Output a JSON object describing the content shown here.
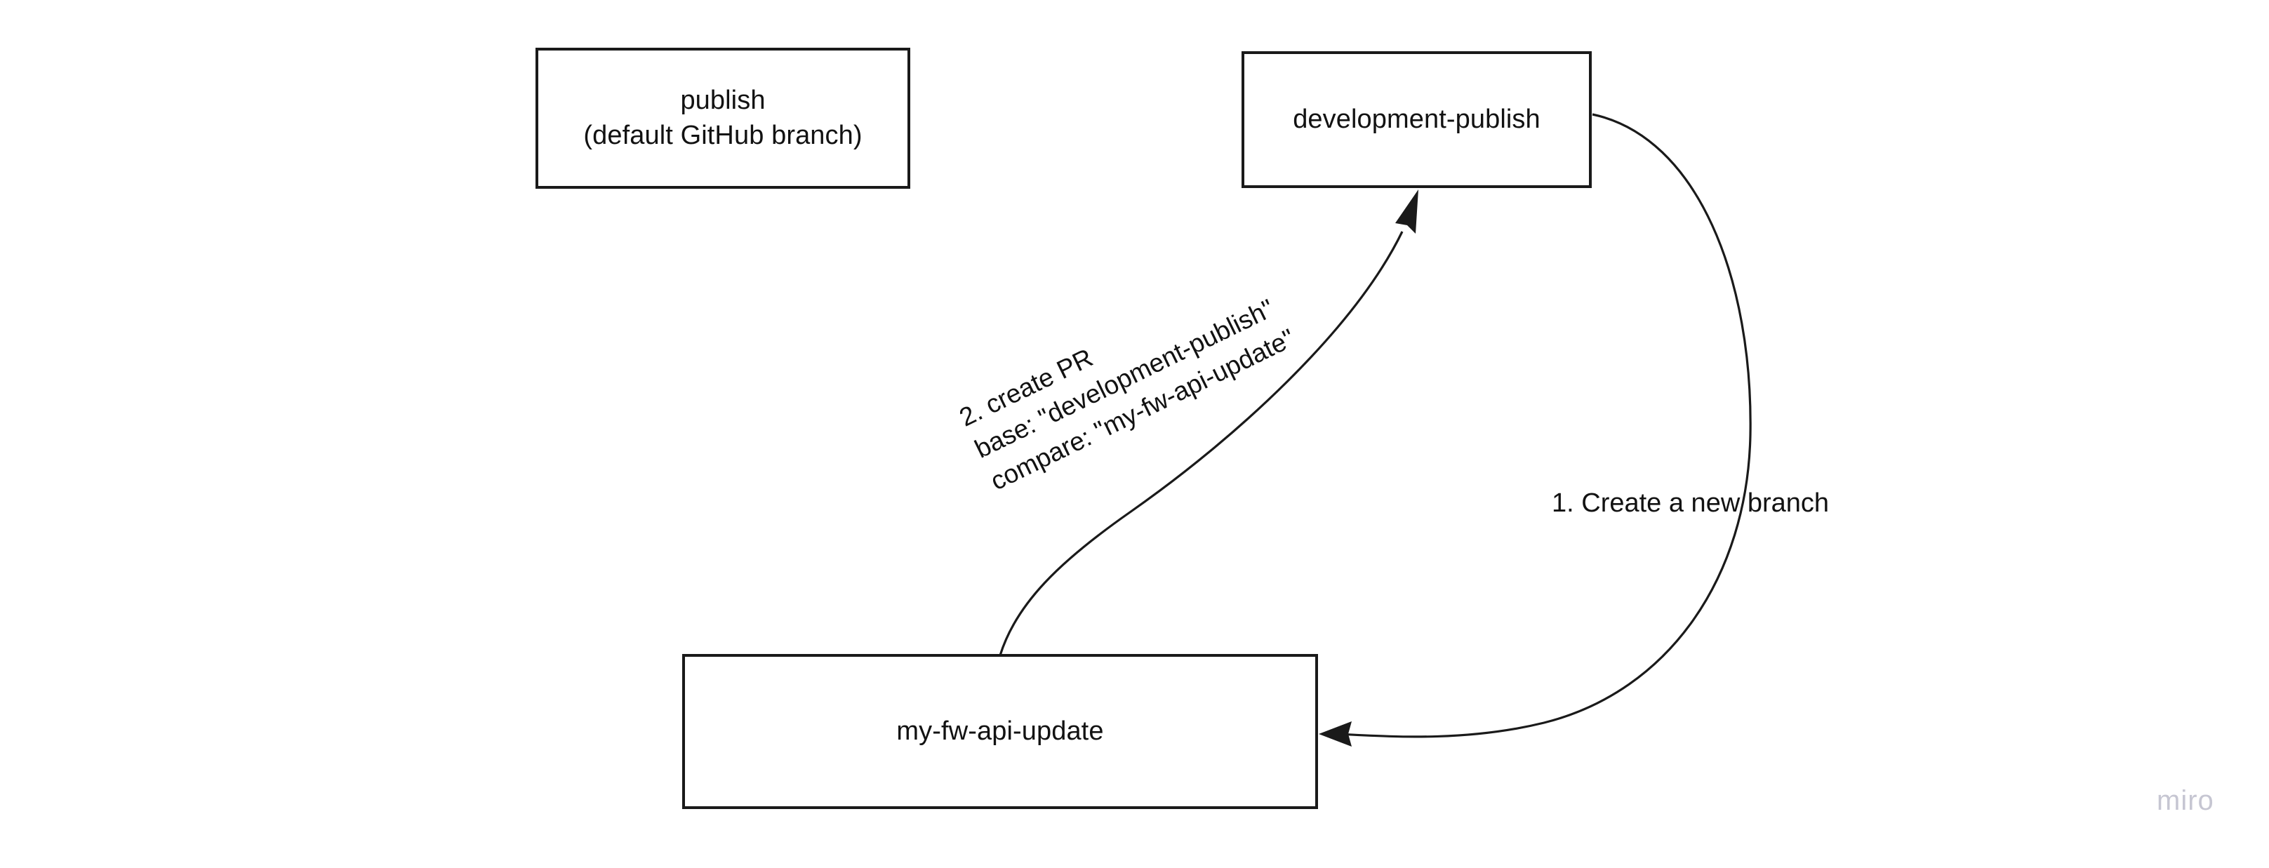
{
  "diagram": {
    "title": "GitHub branch and pull request workflow",
    "background_color": "#ffffff",
    "stroke_color": "#1a1a1a",
    "text_color": "#121212",
    "nodes": [
      {
        "id": "publish",
        "label": "publish\n(default GitHub branch)",
        "shape": "rectangle"
      },
      {
        "id": "development-publish",
        "label": "development-publish",
        "shape": "rectangle"
      },
      {
        "id": "my-fw-api-update",
        "label": "my-fw-api-update",
        "shape": "rectangle"
      }
    ],
    "edges": [
      {
        "id": "create-branch",
        "label": "1. Create a new branch",
        "from": "development-publish",
        "to": "my-fw-api-update",
        "arrow": "to"
      },
      {
        "id": "create-pr",
        "label": "2. create PR\nbase: \"development-publish\"\ncompare: \"my-fw-api-update\"",
        "from": "my-fw-api-update",
        "to": "development-publish",
        "arrow": "to"
      }
    ],
    "watermark": {
      "text": "miro",
      "color": "#c6c6d2"
    }
  }
}
